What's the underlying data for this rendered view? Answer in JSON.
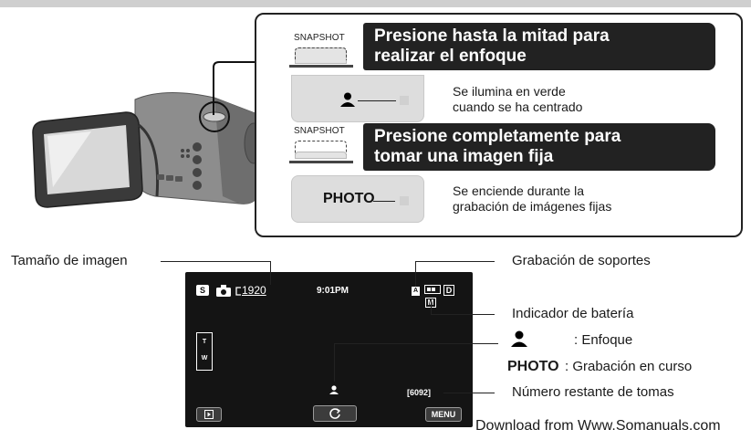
{
  "callout": {
    "step1": {
      "button_label": "SNAPSHOT",
      "instruction_line1": "Presione hasta la mitad para",
      "instruction_line2": "realizar el enfoque",
      "result_line1": "Se ilumina en verde",
      "result_line2": "cuando se ha centrado"
    },
    "step2": {
      "button_label": "SNAPSHOT",
      "instruction_line1": "Presione completamente para",
      "instruction_line2": "tomar una imagen fija",
      "indicator_text": "PHOTO",
      "result_line1": "Se enciende durante la",
      "result_line2": "grabación de imágenes fijas"
    }
  },
  "screen": {
    "mode_icon": "S",
    "camera_icon": "camera-icon",
    "image_size": "1920",
    "time": "9:01PM",
    "media_icon": "A",
    "battery_icon": "battery-icon",
    "badge_d": "D",
    "badge_m": "M",
    "zoom_t": "T",
    "zoom_w": "W",
    "remaining_shots": "[6092]",
    "menu_label": "MENU"
  },
  "labels": {
    "image_size": "Tamaño de imagen",
    "media_recording": "Grabación de soportes",
    "battery": "Indicador de batería",
    "focus": ": Enfoque",
    "photo_word": "PHOTO",
    "recording": ": Grabación en curso",
    "remaining": "Número restante de tomas"
  },
  "footer": "Download from Www.Somanuals.com"
}
